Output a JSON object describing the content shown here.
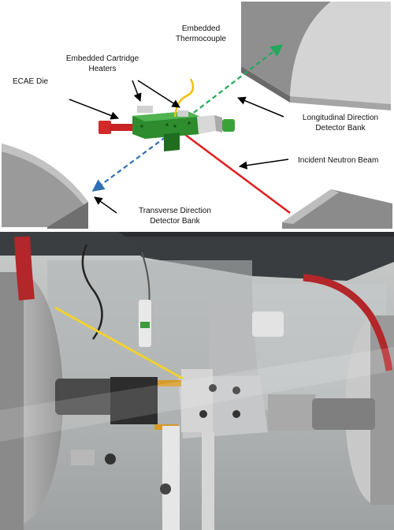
{
  "diagram": {
    "labels": {
      "ecae_die": "ECAE Die",
      "heaters_line1": "Embedded Cartridge",
      "heaters_line2": "Heaters",
      "thermocouple_line1": "Embedded",
      "thermocouple_line2": "Thermocouple",
      "longitudinal_line1": "Longitudinal Direction",
      "longitudinal_line2": "Detector Bank",
      "incident_beam": "Incident Neutron Beam",
      "transverse_line1": "Transverse Direction",
      "transverse_line2": "Detector Bank"
    },
    "colors": {
      "detector_bank": "#8c8c8c",
      "die_body": "#2e8b2e",
      "die_plunger": "#d22a2a",
      "thermocouple": "#f2c200",
      "beam": "#e11d1d",
      "longitudinal_arrow": "#22a85a",
      "transverse_arrow": "#2f6fb5",
      "pointer": "#000000"
    }
  },
  "photo": {
    "description_icon": "experimental-setup-photo",
    "colors": {
      "metal": "#b8b8b8",
      "hose": "#b3262a",
      "thermocouple_highlight": "#f2d22e",
      "breadboard": "#3a3d40"
    }
  }
}
